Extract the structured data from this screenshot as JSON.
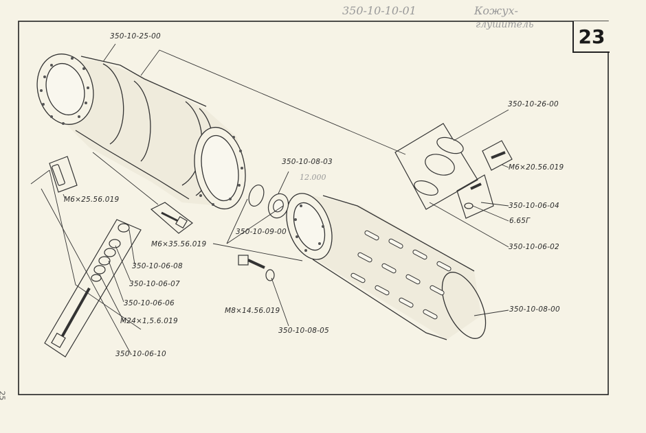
{
  "handwritten": {
    "header_code": "350-10-10-01",
    "header_word_1": "Кожух-",
    "header_word_2": "глушитель",
    "note": "12.000"
  },
  "page": {
    "number": "23",
    "margin_number": "25"
  },
  "labels": {
    "casing": "350-10-25-00",
    "bolt_m6_25": "M6×25.56.019",
    "bolt_m6_35": "M6×35.56.019",
    "washer_08": "350-10-06-08",
    "spring_07": "350-10-06-07",
    "ring_06": "350-10-06-06",
    "nut_m24": "M24×1,5.6.019",
    "stud_10": "350-10-06-10",
    "disc_03": "350-10-08-03",
    "flange_09": "350-10-09-00",
    "bolt_m8": "M8×14.56.019",
    "washer_05": "350-10-08-05",
    "perforated_tube": "350-10-08-00",
    "cover_26": "350-10-26-00",
    "bolt_m6_20": "M6×20.56.019",
    "washer_04": "350-10-06-04",
    "washer_665": "6.65Г",
    "ring_02": "350-10-06-02"
  }
}
